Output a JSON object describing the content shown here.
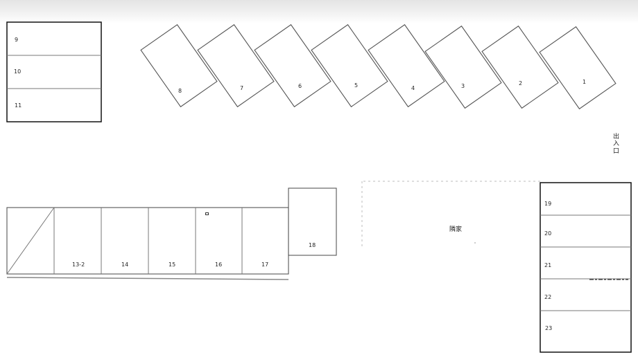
{
  "spaces": {
    "s1": "1",
    "s2": "2",
    "s3": "3",
    "s4": "4",
    "s5": "5",
    "s6": "6",
    "s7": "7",
    "s8": "8",
    "s9": "9",
    "s10": "10",
    "s11": "11",
    "s13_2": "13-2",
    "s14": "14",
    "s15": "15",
    "s16": "16",
    "s17": "17",
    "s18": "18",
    "s19": "19",
    "s20": "20",
    "s21": "21",
    "s22": "22",
    "s23": "23"
  },
  "labels": {
    "entrance": [
      "出",
      "入",
      "口"
    ],
    "neighbor": "隣家"
  }
}
